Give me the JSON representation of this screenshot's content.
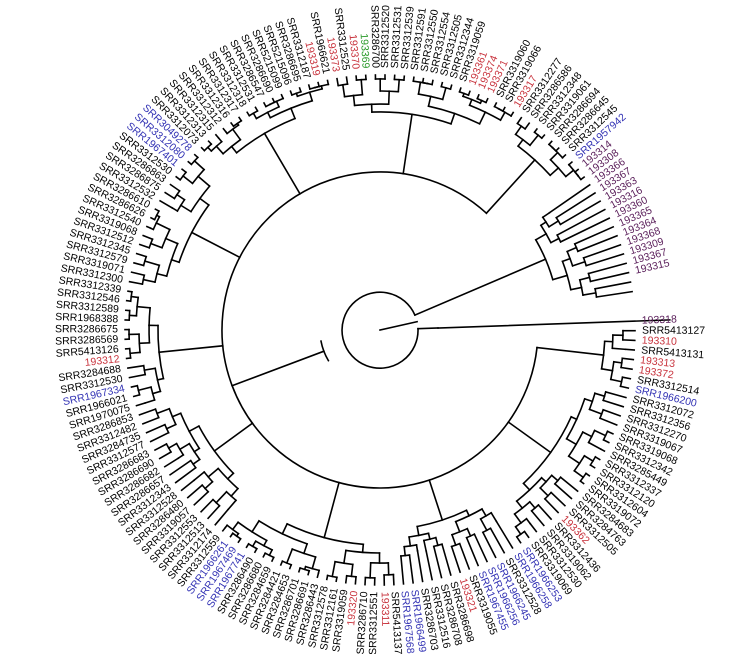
{
  "colors": {
    "default": "#000000",
    "red": "#c8323c",
    "blue": "#3232b4",
    "green": "#2a9a2a",
    "purple": "#5a1e5a"
  },
  "leaves": [
    {
      "label": "193318",
      "color": "purple"
    },
    {
      "label": "SRR5413127",
      "color": "default"
    },
    {
      "label": "193310",
      "color": "red"
    },
    {
      "label": "SRR5413131",
      "color": "default"
    },
    {
      "label": "193313",
      "color": "red"
    },
    {
      "label": "193372",
      "color": "red"
    },
    {
      "label": "SRR3312514",
      "color": "default"
    },
    {
      "label": "SRR1966200",
      "color": "blue"
    },
    {
      "label": "SRR3312072",
      "color": "default"
    },
    {
      "label": "SRR3312356",
      "color": "default"
    },
    {
      "label": "SRR3312270",
      "color": "default"
    },
    {
      "label": "SRR3319067",
      "color": "default"
    },
    {
      "label": "SRR3319068",
      "color": "default"
    },
    {
      "label": "SRR3312342",
      "color": "default"
    },
    {
      "label": "SRR3285449",
      "color": "default"
    },
    {
      "label": "SRR3312337",
      "color": "default"
    },
    {
      "label": "SRR3312120",
      "color": "default"
    },
    {
      "label": "SRR3312604",
      "color": "default"
    },
    {
      "label": "SRR3319072",
      "color": "default"
    },
    {
      "label": "SRR3284683",
      "color": "default"
    },
    {
      "label": "SRR3284763",
      "color": "default"
    },
    {
      "label": "SRR3312505",
      "color": "default"
    },
    {
      "label": "193362",
      "color": "red"
    },
    {
      "label": "SRR3312436",
      "color": "default"
    },
    {
      "label": "SRR3319062",
      "color": "default"
    },
    {
      "label": "SRR3312530",
      "color": "default"
    },
    {
      "label": "SRR3319069",
      "color": "default"
    },
    {
      "label": "SRR1966253",
      "color": "blue"
    },
    {
      "label": "SRR1966258",
      "color": "blue"
    },
    {
      "label": "SRR3312528",
      "color": "default"
    },
    {
      "label": "SRR1966245",
      "color": "blue"
    },
    {
      "label": "SRR1966256",
      "color": "blue"
    },
    {
      "label": "SRR1967455",
      "color": "blue"
    },
    {
      "label": "SRR3319055",
      "color": "default"
    },
    {
      "label": "193321",
      "color": "red"
    },
    {
      "label": "SRR3286698",
      "color": "default"
    },
    {
      "label": "SRR3286708",
      "color": "default"
    },
    {
      "label": "SRR3312516",
      "color": "default"
    },
    {
      "label": "SRR3286703",
      "color": "default"
    },
    {
      "label": "SRR1966499",
      "color": "blue"
    },
    {
      "label": "SRR1967568",
      "color": "blue"
    },
    {
      "label": "SRR5413137",
      "color": "default"
    },
    {
      "label": "193311",
      "color": "red"
    },
    {
      "label": "SRR3312551",
      "color": "default"
    },
    {
      "label": "SRR3286710",
      "color": "default"
    },
    {
      "label": "193320",
      "color": "red"
    },
    {
      "label": "SRR3319059",
      "color": "default"
    },
    {
      "label": "SRR3312161",
      "color": "default"
    },
    {
      "label": "SRR3312578",
      "color": "default"
    },
    {
      "label": "SRR3286443",
      "color": "default"
    },
    {
      "label": "SRR3286691",
      "color": "default"
    },
    {
      "label": "SRR3286701",
      "color": "default"
    },
    {
      "label": "SRR3284653",
      "color": "default"
    },
    {
      "label": "SRR3284421",
      "color": "default"
    },
    {
      "label": "SRR3284659",
      "color": "default"
    },
    {
      "label": "SRR3286680",
      "color": "default"
    },
    {
      "label": "SRR3286490",
      "color": "default"
    },
    {
      "label": "SRR1967741",
      "color": "blue"
    },
    {
      "label": "SRR1967469",
      "color": "blue"
    },
    {
      "label": "SRR1966261",
      "color": "blue"
    },
    {
      "label": "SRR3312559",
      "color": "default"
    },
    {
      "label": "SRR3312174",
      "color": "default"
    },
    {
      "label": "SRR3312513",
      "color": "default"
    },
    {
      "label": "SRR3312553",
      "color": "default"
    },
    {
      "label": "SRR3319057",
      "color": "default"
    },
    {
      "label": "SRR3286480",
      "color": "default"
    },
    {
      "label": "SRR3312528",
      "color": "default"
    },
    {
      "label": "SRR3312343",
      "color": "default"
    },
    {
      "label": "SRR3286657",
      "color": "default"
    },
    {
      "label": "SRR3286682",
      "color": "default"
    },
    {
      "label": "SRR3286690",
      "color": "default"
    },
    {
      "label": "SRR3286683",
      "color": "default"
    },
    {
      "label": "SRR3312577",
      "color": "default"
    },
    {
      "label": "SRR3284735",
      "color": "default"
    },
    {
      "label": "SRR3312482",
      "color": "default"
    },
    {
      "label": "SRR3286853",
      "color": "default"
    },
    {
      "label": "SRR1970075",
      "color": "default"
    },
    {
      "label": "SRR1966021",
      "color": "default"
    },
    {
      "label": "SRR1967334",
      "color": "blue"
    },
    {
      "label": "SRR3312530",
      "color": "default"
    },
    {
      "label": "SRR3284688",
      "color": "default"
    },
    {
      "label": "193312",
      "color": "red"
    },
    {
      "label": "SRR5413126",
      "color": "default"
    },
    {
      "label": "SRR3286569",
      "color": "default"
    },
    {
      "label": "SRR3286675",
      "color": "default"
    },
    {
      "label": "SRR1968388",
      "color": "default"
    },
    {
      "label": "SRR3312589",
      "color": "default"
    },
    {
      "label": "SRR3312546",
      "color": "default"
    },
    {
      "label": "SRR3312339",
      "color": "default"
    },
    {
      "label": "SRR3312300",
      "color": "default"
    },
    {
      "label": "SRR3319071",
      "color": "default"
    },
    {
      "label": "SRR3312579",
      "color": "default"
    },
    {
      "label": "SRR3312345",
      "color": "default"
    },
    {
      "label": "SRR3312512",
      "color": "default"
    },
    {
      "label": "SRR3319068",
      "color": "default"
    },
    {
      "label": "SRR3312540",
      "color": "default"
    },
    {
      "label": "SRR3286626",
      "color": "default"
    },
    {
      "label": "SRR3286610",
      "color": "default"
    },
    {
      "label": "SRR3312532",
      "color": "default"
    },
    {
      "label": "SRR3286875",
      "color": "default"
    },
    {
      "label": "SRR3286863",
      "color": "default"
    },
    {
      "label": "SRR3312530",
      "color": "default"
    },
    {
      "label": "SRR1967401",
      "color": "blue"
    },
    {
      "label": "SRR3312080",
      "color": "blue"
    },
    {
      "label": "SRR3049278",
      "color": "blue"
    },
    {
      "label": "SRR3312073",
      "color": "default"
    },
    {
      "label": "SRR3312313",
      "color": "default"
    },
    {
      "label": "SRR3312315",
      "color": "default"
    },
    {
      "label": "SRR3312312",
      "color": "default"
    },
    {
      "label": "SRR3312316",
      "color": "default"
    },
    {
      "label": "SRR3312317",
      "color": "default"
    },
    {
      "label": "SRR3312318",
      "color": "default"
    },
    {
      "label": "SRR3312531",
      "color": "default"
    },
    {
      "label": "SRR3286547",
      "color": "default"
    },
    {
      "label": "SRR3286690",
      "color": "default"
    },
    {
      "label": "SRR5215099",
      "color": "default"
    },
    {
      "label": "SRR5215096",
      "color": "default"
    },
    {
      "label": "SRR3286695",
      "color": "default"
    },
    {
      "label": "SRR3312187",
      "color": "default"
    },
    {
      "label": "193319",
      "color": "red"
    },
    {
      "label": "SRR1966621",
      "color": "default"
    },
    {
      "label": "193373",
      "color": "red"
    },
    {
      "label": "SRR3312525",
      "color": "default"
    },
    {
      "label": "193370",
      "color": "red"
    },
    {
      "label": "193369",
      "color": "green"
    },
    {
      "label": "SRR3286700",
      "color": "default"
    },
    {
      "label": "SRR3312520",
      "color": "default"
    },
    {
      "label": "SRR3312531",
      "color": "default"
    },
    {
      "label": "SRR3312539",
      "color": "default"
    },
    {
      "label": "SRR3312591",
      "color": "default"
    },
    {
      "label": "SRR3312550",
      "color": "default"
    },
    {
      "label": "SRR3312554",
      "color": "default"
    },
    {
      "label": "SRR3312505",
      "color": "default"
    },
    {
      "label": "SRR3312344",
      "color": "default"
    },
    {
      "label": "SRR3319059",
      "color": "default"
    },
    {
      "label": "193361",
      "color": "red"
    },
    {
      "label": "193374",
      "color": "red"
    },
    {
      "label": "193371",
      "color": "red"
    },
    {
      "label": "SRR3319060",
      "color": "default"
    },
    {
      "label": "SRR3319066",
      "color": "default"
    },
    {
      "label": "193317",
      "color": "red"
    },
    {
      "label": "SRR3312277",
      "color": "default"
    },
    {
      "label": "SRR3286586",
      "color": "default"
    },
    {
      "label": "SRR3312348",
      "color": "default"
    },
    {
      "label": "SRR3319061",
      "color": "default"
    },
    {
      "label": "SRR3286694",
      "color": "default"
    },
    {
      "label": "SRR3286645",
      "color": "default"
    },
    {
      "label": "SRR3312545",
      "color": "default"
    },
    {
      "label": "SRR1957942",
      "color": "blue"
    },
    {
      "label": "193314",
      "color": "purple"
    },
    {
      "label": "193308",
      "color": "purple"
    },
    {
      "label": "193366",
      "color": "purple"
    },
    {
      "label": "193367",
      "color": "purple"
    },
    {
      "label": "193363",
      "color": "purple"
    },
    {
      "label": "193316",
      "color": "purple"
    },
    {
      "label": "193360",
      "color": "purple"
    },
    {
      "label": "193365",
      "color": "purple"
    },
    {
      "label": "193364",
      "color": "purple"
    },
    {
      "label": "193368",
      "color": "purple"
    },
    {
      "label": "193309",
      "color": "purple"
    },
    {
      "label": "193367",
      "color": "purple"
    },
    {
      "label": "193315",
      "color": "purple"
    }
  ]
}
